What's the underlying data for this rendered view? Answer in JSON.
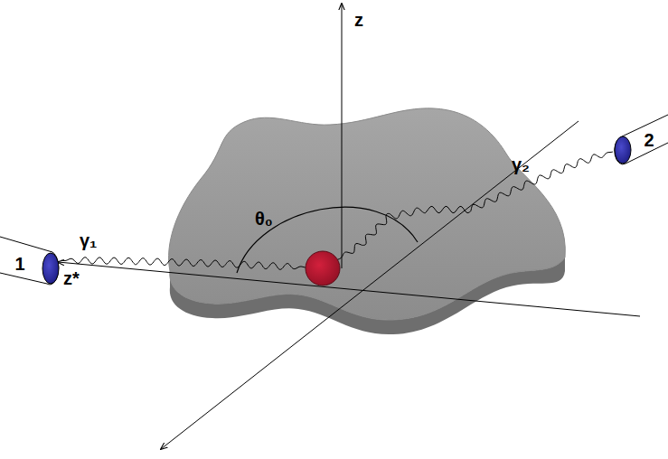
{
  "diagram": {
    "nodes": [
      {
        "text": [
          "1"
        ]
      },
      {
        "text": [
          "2"
        ]
      }
    ],
    "labels": [
      "z",
      "z*",
      "γ₁",
      "γ₂",
      "θ₀"
    ]
  }
}
